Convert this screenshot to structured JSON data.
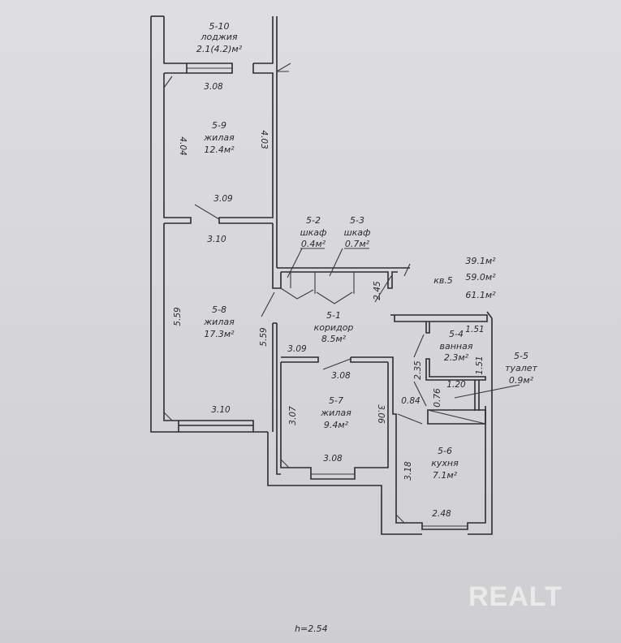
{
  "plan": {
    "apartment_label": "кв.5",
    "areas": [
      "39.1м²",
      "59.0м²",
      "61.1м²"
    ],
    "ceiling_height": "h=2.54",
    "watermark": "REALT",
    "rooms": [
      {
        "id": "5-10",
        "type": "лоджия",
        "area": "2.1(4.2)м²"
      },
      {
        "id": "5-9",
        "type": "жилая",
        "area": "12.4м²"
      },
      {
        "id": "5-8",
        "type": "жилая",
        "area": "17.3м²"
      },
      {
        "id": "5-2",
        "type": "шкаф",
        "area": "0.4м²"
      },
      {
        "id": "5-3",
        "type": "шкаф",
        "area": "0.7м²"
      },
      {
        "id": "5-1",
        "type": "коридор",
        "area": "8.5м²"
      },
      {
        "id": "5-4",
        "type": "ванная",
        "area": "2.3м²"
      },
      {
        "id": "5-5",
        "type": "туалет",
        "area": "0.9м²"
      },
      {
        "id": "5-7",
        "type": "жилая",
        "area": "9.4м²"
      },
      {
        "id": "5-6",
        "type": "кухня",
        "area": "7.1м²"
      }
    ],
    "dimensions": {
      "loggia_width": "3.08",
      "r9_left": "4.04",
      "r9_right": "4.03",
      "r9_bottom": "3.09",
      "r8_top": "3.10",
      "r8_left": "5.59",
      "r8_right": "5.59",
      "r8_bottom": "3.10",
      "corridor_depth": "2.45",
      "corridor_width": "3.09",
      "r7_top": "3.08",
      "r7_left": "3.07",
      "r7_right": "3.06",
      "r7_bottom": "3.08",
      "bath_top": "1.51",
      "bath_side": "1.51",
      "bath_left": "2.35",
      "wc_width": "1.20",
      "wc_depth": "0.76",
      "kitchen_door": "0.84",
      "kitchen_left": "3.18",
      "kitchen_bottom": "2.48"
    }
  }
}
